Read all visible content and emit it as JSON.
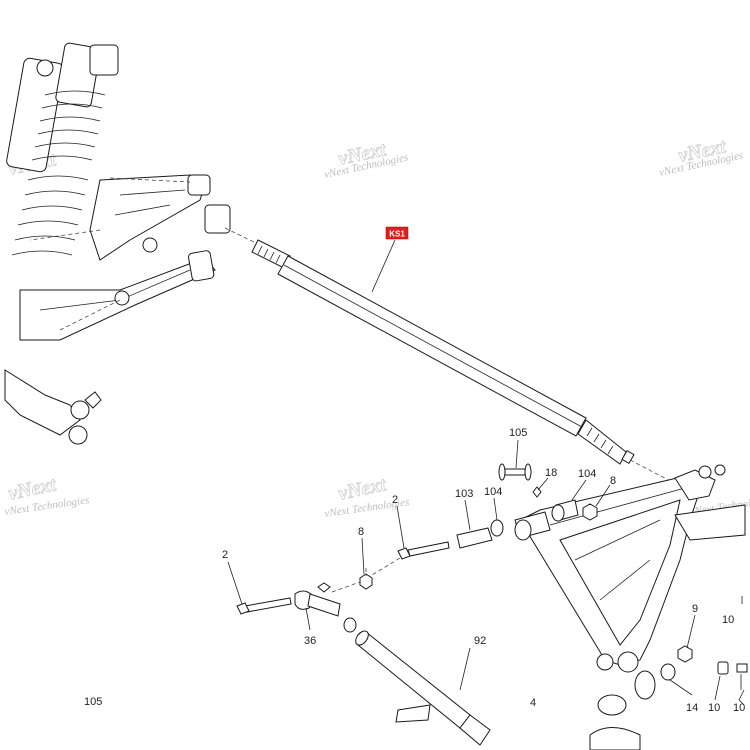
{
  "watermark_top": "vNext Technologies",
  "watermark_bottom": "vNext",
  "badge": "KS1",
  "labels": {
    "l105a": "105",
    "l18": "18",
    "l104a": "104",
    "l8a": "8",
    "l2a": "2",
    "l103": "103",
    "l104b": "104",
    "l8b": "8",
    "l2b": "2",
    "l36": "36",
    "l92": "92",
    "l9": "9",
    "l10a": "10",
    "l105b": "105",
    "l4": "4",
    "l14": "14",
    "l10b": "10",
    "l10c": "10"
  },
  "colors": {
    "badge": "#e0201c",
    "line": "#222222",
    "watermark": "#bdbdbd"
  }
}
